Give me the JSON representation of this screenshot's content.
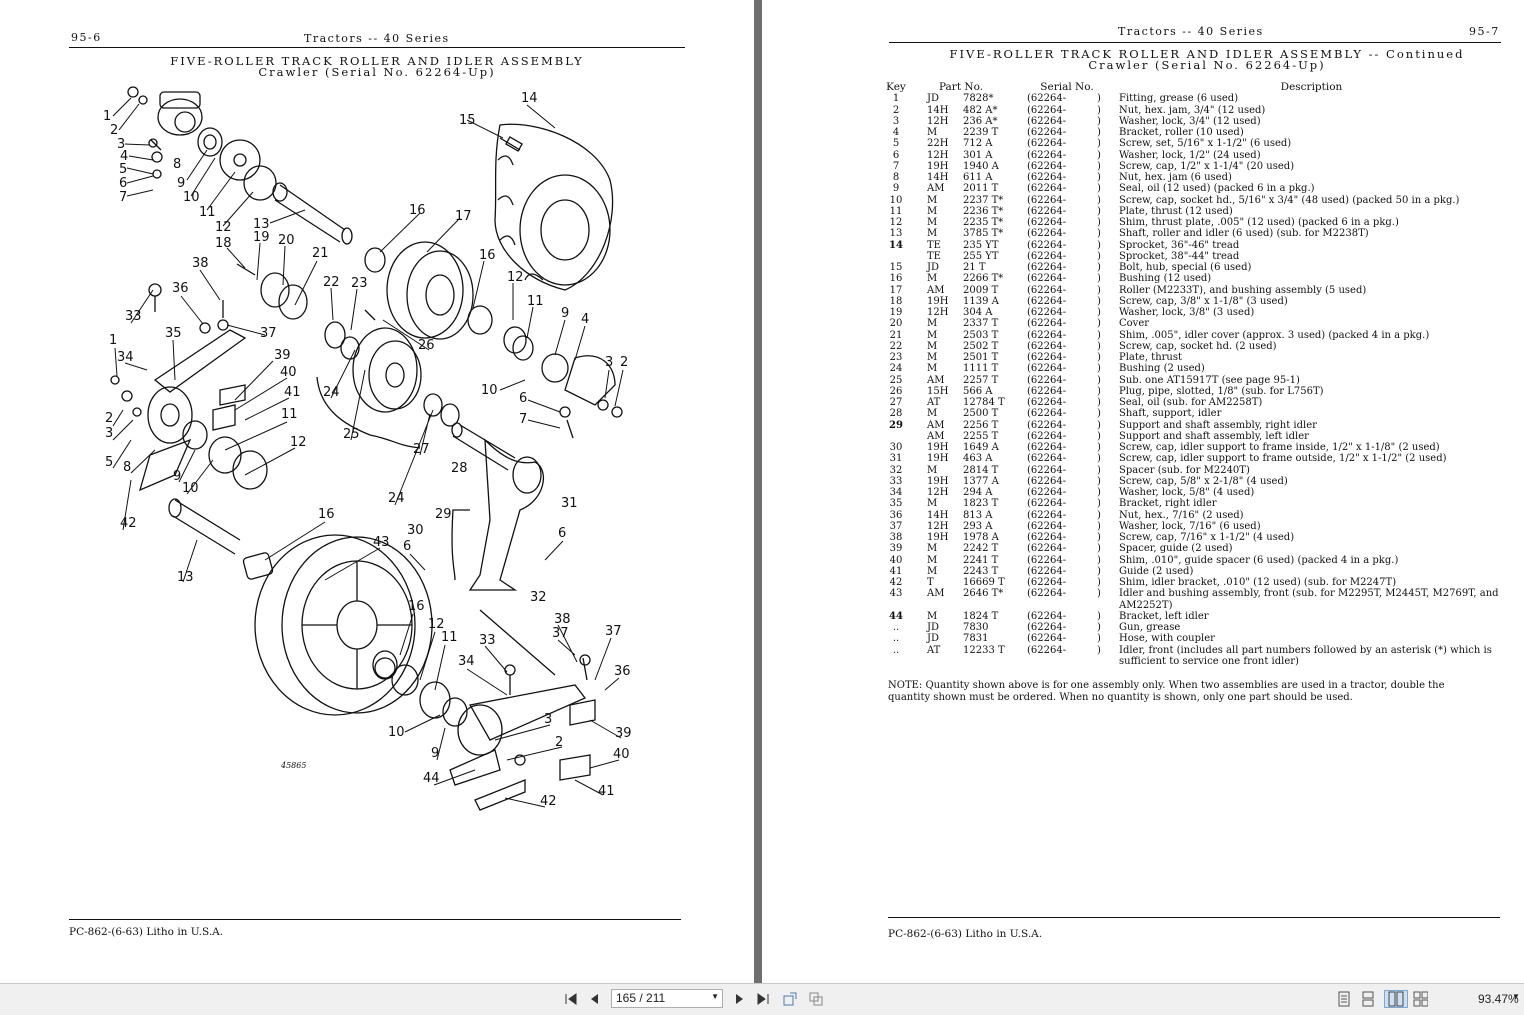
{
  "left_page": {
    "page_number": "95-6",
    "running_head": "Tractors -- 40 Series",
    "title": "FIVE-ROLLER TRACK ROLLER AND IDLER ASSEMBLY",
    "subtitle": "Crawler (Serial No. 62264-Up)",
    "figure_id": "45865",
    "footer": "PC-862-(6-63) Litho in U.S.A.",
    "callouts": [
      "1",
      "2",
      "3",
      "4",
      "5",
      "6",
      "7",
      "8",
      "9",
      "10",
      "11",
      "12",
      "13",
      "14",
      "15",
      "16",
      "17",
      "18",
      "19",
      "20",
      "21",
      "22",
      "23",
      "24",
      "25",
      "26",
      "27",
      "28",
      "29",
      "30",
      "31",
      "32",
      "33",
      "34",
      "35",
      "36",
      "37",
      "38",
      "39",
      "40",
      "41",
      "42",
      "43",
      "44"
    ]
  },
  "right_page": {
    "page_number": "95-7",
    "running_head": "Tractors -- 40 Series",
    "title": "FIVE-ROLLER TRACK ROLLER AND IDLER ASSEMBLY -- Continued",
    "subtitle": "Crawler (Serial No. 62264-Up)",
    "columns": [
      "Key",
      "Part No.",
      "Serial No.",
      "Description"
    ],
    "rows": [
      {
        "key": "1",
        "pfx": "JD",
        "num": "7828*",
        "serial": "(62264-",
        "desc": "Fitting, grease (6 used)"
      },
      {
        "key": "2",
        "pfx": "14H",
        "num": "482 A*",
        "serial": "(62264-",
        "desc": "Nut, hex. jam, 3/4\" (12 used)"
      },
      {
        "key": "3",
        "pfx": "12H",
        "num": "236 A*",
        "serial": "(62264-",
        "desc": "Washer, lock, 3/4\" (12 used)"
      },
      {
        "key": "4",
        "pfx": "M",
        "num": "2239 T",
        "serial": "(62264-",
        "desc": "Bracket, roller (10 used)"
      },
      {
        "key": "5",
        "pfx": "22H",
        "num": "712 A",
        "serial": "(62264-",
        "desc": "Screw, set, 5/16\" x 1-1/2\" (6 used)"
      },
      {
        "key": "6",
        "pfx": "12H",
        "num": "301 A",
        "serial": "(62264-",
        "desc": "Washer, lock, 1/2\" (24 used)"
      },
      {
        "key": "7",
        "pfx": "19H",
        "num": "1940 A",
        "serial": "(62264-",
        "desc": "Screw, cap, 1/2\" x 1-1/4\" (20 used)"
      },
      {
        "key": "8",
        "pfx": "14H",
        "num": "611 A",
        "serial": "(62264-",
        "desc": "Nut, hex. jam (6 used)"
      },
      {
        "key": "9",
        "pfx": "AM",
        "num": "2011 T",
        "serial": "(62264-",
        "desc": "Seal, oil (12 used) (packed 6 in a pkg.)"
      },
      {
        "key": "10",
        "pfx": "M",
        "num": "2237 T*",
        "serial": "(62264-",
        "desc": "Screw, cap, socket hd., 5/16\" x 3/4\" (48 used) (packed 50 in a pkg.)"
      },
      {
        "key": "11",
        "pfx": "M",
        "num": "2236 T*",
        "serial": "(62264-",
        "desc": "Plate, thrust (12 used)"
      },
      {
        "key": "12",
        "pfx": "M",
        "num": "2235 T*",
        "serial": "(62264-",
        "desc": "Shim, thrust plate, .005\" (12 used) (packed 6 in a pkg.)"
      },
      {
        "key": "13",
        "pfx": "M",
        "num": "3785 T*",
        "serial": "(62264-",
        "desc": "Shaft, roller and idler (6 used) (sub. for M2238T)"
      },
      {
        "key": "14",
        "pfx": "TE",
        "num": "235 YT",
        "serial": "(62264-",
        "desc": "Sprocket, 36\"-46\" tread"
      },
      {
        "key": "",
        "pfx": "TE",
        "num": "255 YT",
        "serial": "(62264-",
        "desc": "Sprocket, 38\"-44\" tread"
      },
      {
        "key": "15",
        "pfx": "JD",
        "num": "21 T",
        "serial": "(62264-",
        "desc": "Bolt, hub, special (6 used)"
      },
      {
        "key": "16",
        "pfx": "M",
        "num": "2266 T*",
        "serial": "(62264-",
        "desc": "Bushing (12 used)"
      },
      {
        "key": "17",
        "pfx": "AM",
        "num": "2009 T",
        "serial": "(62264-",
        "desc": "Roller (M2233T), and bushing assembly (5 used)"
      },
      {
        "key": "18",
        "pfx": "19H",
        "num": "1139 A",
        "serial": "(62264-",
        "desc": "Screw, cap, 3/8\" x 1-1/8\" (3 used)"
      },
      {
        "key": "19",
        "pfx": "12H",
        "num": "304 A",
        "serial": "(62264-",
        "desc": "Washer, lock, 3/8\" (3 used)"
      },
      {
        "key": "20",
        "pfx": "M",
        "num": "2337 T",
        "serial": "(62264-",
        "desc": "Cover"
      },
      {
        "key": "21",
        "pfx": "M",
        "num": "2503 T",
        "serial": "(62264-",
        "desc": "Shim, .005\", idler cover (approx. 3 used) (packed 4 in a pkg.)"
      },
      {
        "key": "22",
        "pfx": "M",
        "num": "2502 T",
        "serial": "(62264-",
        "desc": "Screw, cap, socket hd. (2 used)"
      },
      {
        "key": "23",
        "pfx": "M",
        "num": "2501 T",
        "serial": "(62264-",
        "desc": "Plate, thrust"
      },
      {
        "key": "24",
        "pfx": "M",
        "num": "1111 T",
        "serial": "(62264-",
        "desc": "Bushing (2 used)"
      },
      {
        "key": "25",
        "pfx": "AM",
        "num": "2257 T",
        "serial": "(62264-",
        "desc": "Sub. one AT15917T (see page 95-1)"
      },
      {
        "key": "26",
        "pfx": "15H",
        "num": "566 A",
        "serial": "(62264-",
        "desc": "Plug, pipe, slotted, 1/8\" (sub. for L756T)"
      },
      {
        "key": "27",
        "pfx": "AT",
        "num": "12784 T",
        "serial": "(62264-",
        "desc": "Seal, oil (sub. for AM2258T)"
      },
      {
        "key": "28",
        "pfx": "M",
        "num": "2500 T",
        "serial": "(62264-",
        "desc": "Shaft, support, idler"
      },
      {
        "key": "29",
        "pfx": "AM",
        "num": "2256 T",
        "serial": "(62264-",
        "desc": "Support and shaft assembly, right idler"
      },
      {
        "key": "",
        "pfx": "AM",
        "num": "2255 T",
        "serial": "(62264-",
        "desc": "Support and shaft assembly, left idler"
      },
      {
        "key": "30",
        "pfx": "19H",
        "num": "1649 A",
        "serial": "(62264-",
        "desc": "Screw, cap, idler support to frame inside, 1/2\" x 1-1/8\" (2 used)"
      },
      {
        "key": "31",
        "pfx": "19H",
        "num": "463 A",
        "serial": "(62264-",
        "desc": "Screw, cap, idler support to frame outside, 1/2\" x 1-1/2\" (2 used)"
      },
      {
        "key": "32",
        "pfx": "M",
        "num": "2814 T",
        "serial": "(62264-",
        "desc": "Spacer (sub. for M2240T)"
      },
      {
        "key": "33",
        "pfx": "19H",
        "num": "1377 A",
        "serial": "(62264-",
        "desc": "Screw, cap, 5/8\" x 2-1/8\" (4 used)"
      },
      {
        "key": "34",
        "pfx": "12H",
        "num": "294 A",
        "serial": "(62264-",
        "desc": "Washer, lock, 5/8\" (4 used)"
      },
      {
        "key": "35",
        "pfx": "M",
        "num": "1823 T",
        "serial": "(62264-",
        "desc": "Bracket, right idler"
      },
      {
        "key": "36",
        "pfx": "14H",
        "num": "813 A",
        "serial": "(62264-",
        "desc": "Nut, hex., 7/16\" (2 used)"
      },
      {
        "key": "37",
        "pfx": "12H",
        "num": "293 A",
        "serial": "(62264-",
        "desc": "Washer, lock, 7/16\" (6 used)"
      },
      {
        "key": "38",
        "pfx": "19H",
        "num": "1978 A",
        "serial": "(62264-",
        "desc": "Screw, cap, 7/16\" x 1-1/2\" (4 used)"
      },
      {
        "key": "39",
        "pfx": "M",
        "num": "2242 T",
        "serial": "(62264-",
        "desc": "Spacer, guide (2 used)"
      },
      {
        "key": "40",
        "pfx": "M",
        "num": "2241 T",
        "serial": "(62264-",
        "desc": "Shim, .010\", guide spacer (6 used) (packed 4 in a pkg.)"
      },
      {
        "key": "41",
        "pfx": "M",
        "num": "2243 T",
        "serial": "(62264-",
        "desc": "Guide (2 used)"
      },
      {
        "key": "42",
        "pfx": "T",
        "num": "16669 T",
        "serial": "(62264-",
        "desc": "Shim, idler bracket, .010\" (12 used) (sub. for M2247T)"
      },
      {
        "key": "43",
        "pfx": "AM",
        "num": "2646 T*",
        "serial": "(62264-",
        "desc": "Idler and bushing assembly, front (sub. for M2295T, M2445T, M2769T, and AM2252T)"
      },
      {
        "key": "44",
        "pfx": "M",
        "num": "1824 T",
        "serial": "(62264-",
        "desc": "Bracket, left idler"
      },
      {
        "key": "..",
        "pfx": "JD",
        "num": "7830",
        "serial": "(62264-",
        "desc": "Gun, grease"
      },
      {
        "key": "..",
        "pfx": "JD",
        "num": "7831",
        "serial": "(62264-",
        "desc": "Hose, with coupler"
      },
      {
        "key": "..",
        "pfx": "AT",
        "num": "12233 T",
        "serial": "(62264-",
        "desc": "Idler, front (includes all part numbers followed by an asterisk (*) which is sufficient to service one front idler)"
      }
    ],
    "note": "NOTE: Quantity shown above is for one assembly only. When two assemblies are used in a tractor, double the quantity shown must be ordered. When no quantity is shown, only one part should be used.",
    "footer": "PC-862-(6-63) Litho in U.S.A."
  },
  "toolbar": {
    "page_field": "165 / 211",
    "zoom": "93.47%",
    "icons": [
      "first-page-icon",
      "prev-page-icon",
      "next-page-icon",
      "last-page-icon",
      "rotate-icon",
      "fit-icon",
      "single-page-icon",
      "continuous-icon",
      "two-page-icon",
      "two-page-continuous-icon"
    ]
  }
}
